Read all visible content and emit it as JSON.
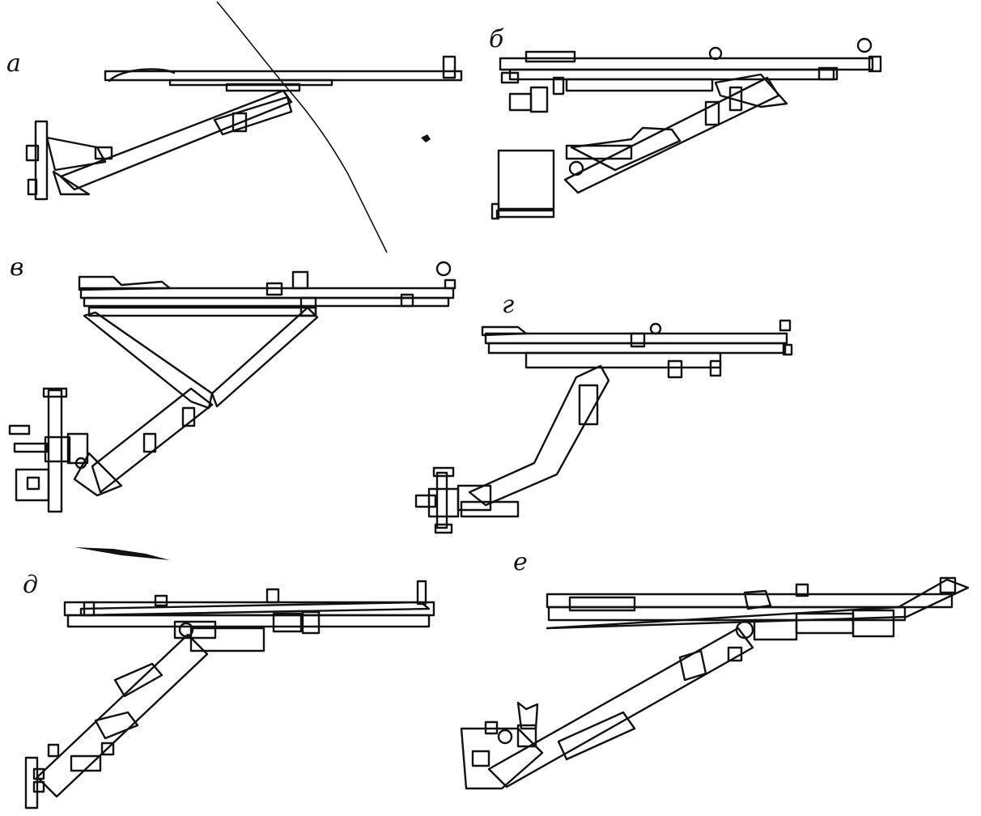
{
  "figure": {
    "panels": [
      {
        "id": "a",
        "label": "а"
      },
      {
        "id": "b",
        "label": "б"
      },
      {
        "id": "v",
        "label": "в"
      },
      {
        "id": "g",
        "label": "г"
      },
      {
        "id": "d",
        "label": "д"
      },
      {
        "id": "e",
        "label": "е"
      }
    ],
    "colors": {
      "ink": "#111111",
      "paper": "#ffffff"
    }
  }
}
